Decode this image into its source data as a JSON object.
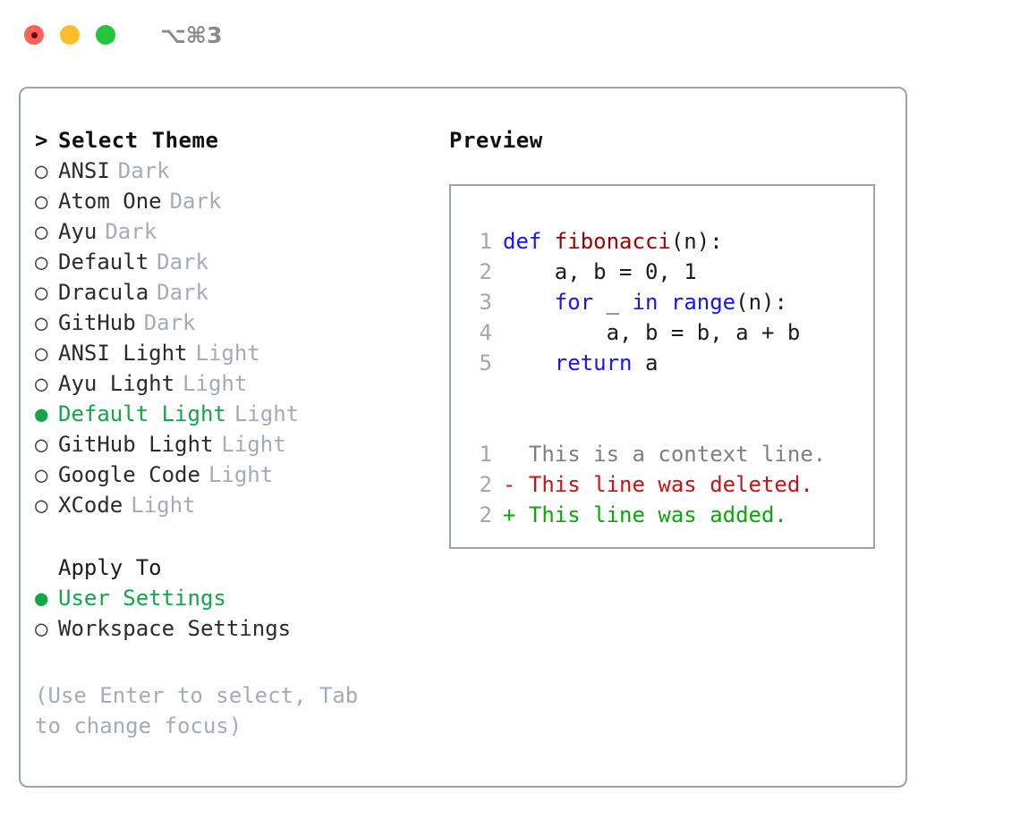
{
  "titlebar": {
    "shortcut": "⌥⌘3",
    "buttons": [
      {
        "name": "close",
        "color": "#ff6058"
      },
      {
        "name": "minimize",
        "color": "#ffbd2e"
      },
      {
        "name": "zoom",
        "color": "#22c63c"
      }
    ]
  },
  "theme_picker": {
    "prompt_marker": ">",
    "heading": "Select Theme",
    "marker_selected": "●",
    "marker_unselected": "○",
    "items": [
      {
        "label": "ANSI",
        "tag": "Dark",
        "selected": false
      },
      {
        "label": "Atom One",
        "tag": "Dark",
        "selected": false
      },
      {
        "label": "Ayu",
        "tag": "Dark",
        "selected": false
      },
      {
        "label": "Default",
        "tag": "Dark",
        "selected": false
      },
      {
        "label": "Dracula",
        "tag": "Dark",
        "selected": false
      },
      {
        "label": "GitHub",
        "tag": "Dark",
        "selected": false
      },
      {
        "label": "ANSI Light",
        "tag": "Light",
        "selected": false
      },
      {
        "label": "Ayu Light",
        "tag": "Light",
        "selected": false
      },
      {
        "label": "Default Light",
        "tag": "Light",
        "selected": true
      },
      {
        "label": "GitHub Light",
        "tag": "Light",
        "selected": false
      },
      {
        "label": "Google Code",
        "tag": "Light",
        "selected": false
      },
      {
        "label": "XCode",
        "tag": "Light",
        "selected": false
      }
    ],
    "item_0_label": "ANSI",
    "item_0_tag": "Dark",
    "item_1_label": "Atom One",
    "item_1_tag": "Dark",
    "item_2_label": "Ayu",
    "item_2_tag": "Dark",
    "item_3_label": "Default",
    "item_3_tag": "Dark",
    "item_4_label": "Dracula",
    "item_4_tag": "Dark",
    "item_5_label": "GitHub",
    "item_5_tag": "Dark",
    "item_6_label": "ANSI Light",
    "item_6_tag": "Light",
    "item_7_label": "Ayu Light",
    "item_7_tag": "Light",
    "item_8_label": "Default Light",
    "item_8_tag": "Light",
    "item_9_label": "GitHub Light",
    "item_9_tag": "Light",
    "item_10_label": "Google Code",
    "item_10_tag": "Light",
    "item_11_label": "XCode",
    "item_11_tag": "Light"
  },
  "apply_to": {
    "heading": "Apply To",
    "marker_selected": "●",
    "marker_unselected": "○",
    "options": [
      {
        "label": "User Settings",
        "selected": true
      },
      {
        "label": "Workspace Settings",
        "selected": false
      }
    ],
    "option_0_label": "User Settings",
    "option_1_label": "Workspace Settings"
  },
  "hint": "(Use Enter to select, Tab to change focus)",
  "preview": {
    "title": "Preview",
    "code_lines": [
      {
        "no": "1",
        "tokens": [
          {
            "t": "def ",
            "k": "kw"
          },
          {
            "t": "fibonacci",
            "k": "fn"
          },
          {
            "t": "(n):",
            "k": "plain"
          }
        ]
      },
      {
        "no": "2",
        "tokens": [
          {
            "t": "    a, b = 0, 1",
            "k": "plain"
          }
        ]
      },
      {
        "no": "3",
        "tokens": [
          {
            "t": "    ",
            "k": "plain"
          },
          {
            "t": "for",
            "k": "kw"
          },
          {
            "t": " _ ",
            "k": "plain"
          },
          {
            "t": "in",
            "k": "kw"
          },
          {
            "t": " ",
            "k": "plain"
          },
          {
            "t": "range",
            "k": "kw"
          },
          {
            "t": "(n):",
            "k": "plain"
          }
        ]
      },
      {
        "no": "4",
        "tokens": [
          {
            "t": "        a, b = b, a + b",
            "k": "plain"
          }
        ]
      },
      {
        "no": "5",
        "tokens": [
          {
            "t": "    ",
            "k": "plain"
          },
          {
            "t": "return",
            "k": "kw"
          },
          {
            "t": " a",
            "k": "plain"
          }
        ]
      }
    ],
    "code_1_no": "1",
    "code_1_a": "def ",
    "code_1_b": "fibonacci",
    "code_1_c": "(n):",
    "code_2_no": "2",
    "code_2_a": "    a, b = 0, 1",
    "code_3_no": "3",
    "code_3_a": "    ",
    "code_3_b": "for",
    "code_3_c": " _ ",
    "code_3_d": "in",
    "code_3_e": " ",
    "code_3_f": "range",
    "code_3_g": "(n):",
    "code_4_no": "4",
    "code_4_a": "        a, b = b, a + b",
    "code_5_no": "5",
    "code_5_a": "    ",
    "code_5_b": "return",
    "code_5_c": " a",
    "diff_lines": [
      {
        "no": "1",
        "sign": " ",
        "text": "This is a context line.",
        "kind": "context"
      },
      {
        "no": "2",
        "sign": "-",
        "text": "This line was deleted.",
        "kind": "deleted"
      },
      {
        "no": "2",
        "sign": "+",
        "text": "This line was added.",
        "kind": "added"
      }
    ],
    "diff_1_no": "1",
    "diff_1_text": "  This is a context line.",
    "diff_2_no": "2",
    "diff_2_text": "- This line was deleted.",
    "diff_3_no": "2",
    "diff_3_text": "+ This line was added."
  },
  "colors": {
    "accent_green": "#13a54a",
    "diff_added": "#0aa80a",
    "diff_deleted": "#c81414",
    "diff_context": "#7f7f7f",
    "keyword": "#1414ff",
    "function_name": "#a10000",
    "muted": "#a3acba",
    "border": "#99a4b1",
    "background": "#ffffff"
  }
}
